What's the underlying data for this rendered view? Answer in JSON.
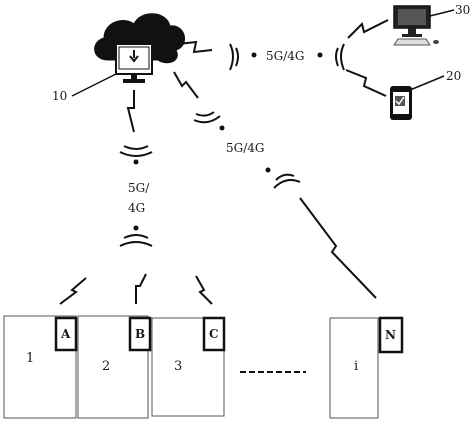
{
  "figure": {
    "ref_server": "10",
    "ref_phone": "20",
    "ref_computer": "30",
    "link_label_right": "5G/4G",
    "link_label_diag": "5G/4G",
    "link_label_vert_line1": "5G/",
    "link_label_vert_line2": "4G",
    "cabinets": [
      {
        "number": "1",
        "module": "A"
      },
      {
        "number": "2",
        "module": "B"
      },
      {
        "number": "3",
        "module": "C"
      },
      {
        "number": "i",
        "module": "N"
      }
    ]
  }
}
